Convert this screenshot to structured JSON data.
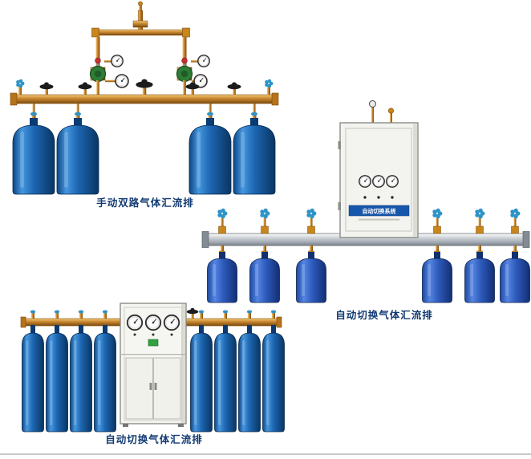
{
  "page": {
    "background": "#ffffff",
    "bottom_rule_color": "#c9c9c9"
  },
  "products": [
    {
      "caption": "手动双路气体汇流排"
    },
    {
      "caption": "自动切换气体汇流排"
    },
    {
      "caption": "自动切换气体汇流排"
    }
  ],
  "auto_cabinet": {
    "panel_label": "自动切换系统"
  },
  "colors": {
    "caption_text": "#123a73",
    "brass_pipe": "#c8861c",
    "cylinder_blue_dark": "#1b63ae",
    "cylinder_blue_bright": "#2c59ba",
    "rail_silver": "#a6adb5",
    "cabinet_body": "#f3f3ef",
    "panel_band_blue": "#1757ab",
    "handwheel_blue": "#2e93c8",
    "handwheel_black": "#1c1c1c",
    "regulator_green": "#2e7d36",
    "indicator_green": "#30a040",
    "gauge_face": "#fbfbfb"
  }
}
